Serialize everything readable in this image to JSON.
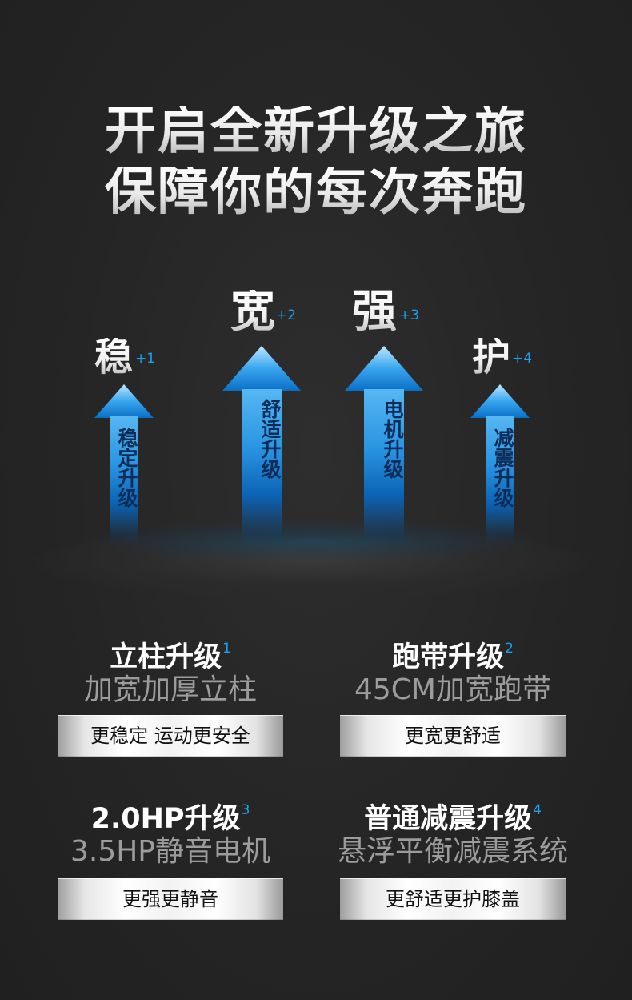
{
  "headline": {
    "line1": "开启全新升级之旅",
    "line2": "保障你的每次奔跑"
  },
  "arrows": [
    {
      "char": "稳",
      "sup": "+1",
      "label": "稳定升级"
    },
    {
      "char": "宽",
      "sup": "+2",
      "label": "舒适升级"
    },
    {
      "char": "强",
      "sup": "+3",
      "label": "电机升级"
    },
    {
      "char": "护",
      "sup": "+4",
      "label": "减震升级"
    }
  ],
  "features": [
    {
      "title": "立柱升级",
      "num": "1",
      "subtitle": "加宽加厚立柱",
      "tag": "更稳定 运动更安全"
    },
    {
      "title": "跑带升级",
      "num": "2",
      "subtitle": "45CM加宽跑带",
      "tag": "更宽更舒适"
    },
    {
      "title": "2.0HP升级",
      "num": "3",
      "subtitle": "3.5HP静音电机",
      "tag": "更强更静音"
    },
    {
      "title": "普通减震升级",
      "num": "4",
      "subtitle": "悬浮平衡减震系统",
      "tag": "更舒适更护膝盖"
    }
  ],
  "colors": {
    "background": "#262626",
    "accent_blue": "#1aa1ef",
    "arrow_blue": "#2994e2",
    "subtitle_gray": "#9c9c9c"
  },
  "icons": [
    "up-arrow-icon"
  ]
}
